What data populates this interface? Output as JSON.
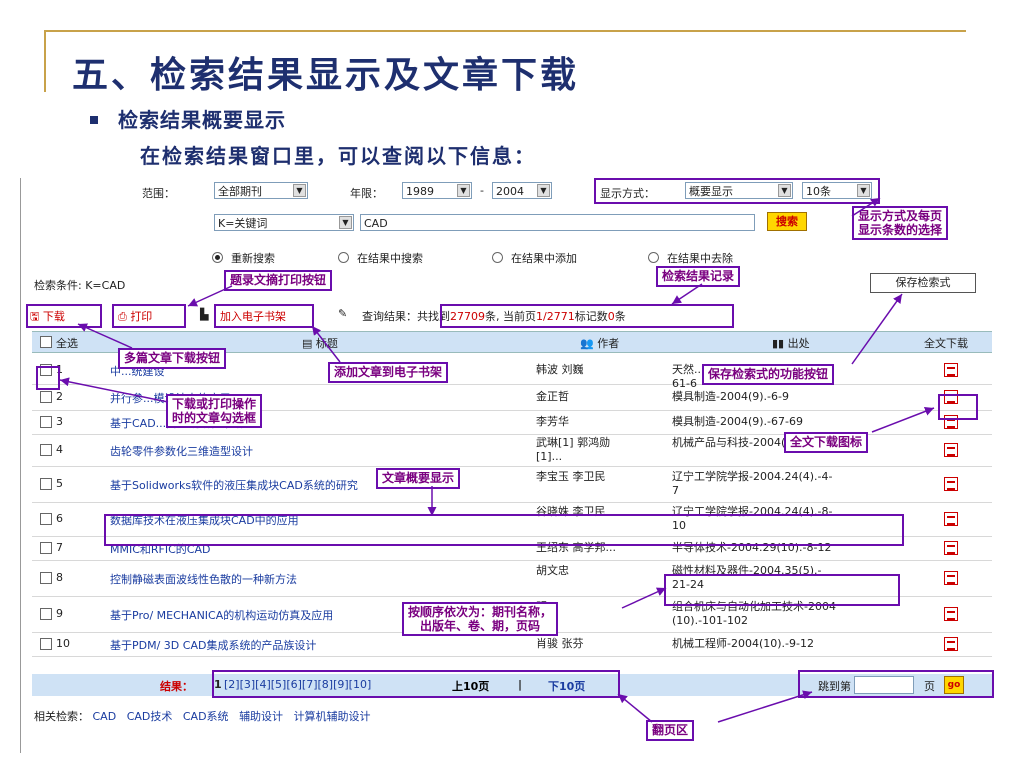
{
  "slide": {
    "title": "五、检索结果显示及文章下载",
    "bullet": "检索结果概要显示",
    "sub": "在检索结果窗口里，可以查阅以下信息："
  },
  "form": {
    "scope_label": "范围：",
    "scope_value": "全部期刊",
    "year_label": "年限：",
    "year_from": "1989",
    "year_dash": "-",
    "year_to": "2004",
    "display_label": "显示方式：",
    "display_value": "概要显示",
    "per_page_value": "10条",
    "field_value": "K=关键词",
    "query_value": "CAD",
    "search_button": "搜索",
    "radios": [
      "重新搜索",
      "在结果中搜索",
      "在结果中添加",
      "在结果中去除"
    ],
    "condition": "检索条件: K=CAD",
    "save_query": "保存检索式"
  },
  "toolbar": {
    "download": "下载",
    "print": "打印",
    "add_shelf": "加入电子书架",
    "result_prefix": "查询结果：共找到",
    "total": "27709",
    "result_mid": "条, 当前页",
    "page": "1/2771",
    "result_mark": "标记数",
    "marked": "0",
    "result_suffix": "条"
  },
  "table": {
    "headers": [
      "全选",
      "标题",
      "作者",
      "出处",
      "全文下载"
    ],
    "rows": [
      {
        "n": "1",
        "title": "中...统建设",
        "author": "韩波 刘巍",
        "source": "天然...\n61-6"
      },
      {
        "n": "2",
        "title": "并行参...模设计中的应用",
        "author": "金正哲",
        "source": "模具制造-2004(9).-6-9"
      },
      {
        "n": "3",
        "title": "基于CAD...高速铣编程策略",
        "author": "李芳华",
        "source": "模具制造-2004(9).-67-69"
      },
      {
        "n": "4",
        "title": "齿轮零件参数化三维造型设计",
        "author": "武琳[1] 郭鸿勋\n[1]...",
        "source": "机械产品与科技-2004(3).-10-12"
      },
      {
        "n": "5",
        "title": "基于Solidworks软件的液压集成块CAD系统的研究",
        "author": "李宝玉 李卫民",
        "source": "辽宁工学院学报-2004.24(4).-4-\n7"
      },
      {
        "n": "6",
        "title": "数据库技术在液压集成块CAD中的应用",
        "author": "谷晓姝 李卫民",
        "source": "辽宁工学院学报-2004.24(4).-8-\n10"
      },
      {
        "n": "7",
        "title": "MMIC和RFIC的CAD",
        "author": "王绍东 高学邦...",
        "source": "半导体技术-2004.29(10).-8-12"
      },
      {
        "n": "8",
        "title": "控制静磁表面波线性色散的一种新方法",
        "author": "胡文忠",
        "source": "磁性材料及器件-2004.35(5).-\n21-24"
      },
      {
        "n": "9",
        "title": "基于Pro/ MECHANICA的机构运动仿真及应用",
        "author": "明",
        "source": "组合机床与自动化加工技术-2004\n(10).-101-102"
      },
      {
        "n": "10",
        "title": "基于PDM/ 3D CAD集成系统的产品族设计",
        "author": "肖骏 张芬",
        "source": "机械工程师-2004(10).-9-12"
      }
    ]
  },
  "pager": {
    "label": "结果：",
    "current": "1",
    "pages": "[2][3][4][5][6][7][8][9][10]",
    "prev10": "上10页",
    "sep": "|",
    "next10": "下10页",
    "jump_label": "跳到第",
    "jump_unit": "页",
    "go": "go"
  },
  "related": {
    "label": "相关检索：",
    "links": [
      "CAD",
      "CAD技术",
      "CAD系统",
      "辅助设计",
      "计算机辅助设计"
    ]
  },
  "annotations": {
    "display_select": "显示方式及每页\n显示条数的选择",
    "print_button": "题录文摘打印按钮",
    "result_record": "检索结果记录",
    "multi_download": "多篇文章下载按钮",
    "add_shelf": "添加文章到电子书架",
    "save_button": "保存检索式的功能按钮",
    "checkbox": "下载或打印操作\n时的文章勾选框",
    "fulltext_icon": "全文下载图标",
    "summary": "文章概要显示",
    "source_order": "按顺序依次为：期刊名称，\n出版年、卷、期，页码",
    "pager": "翻页区"
  }
}
